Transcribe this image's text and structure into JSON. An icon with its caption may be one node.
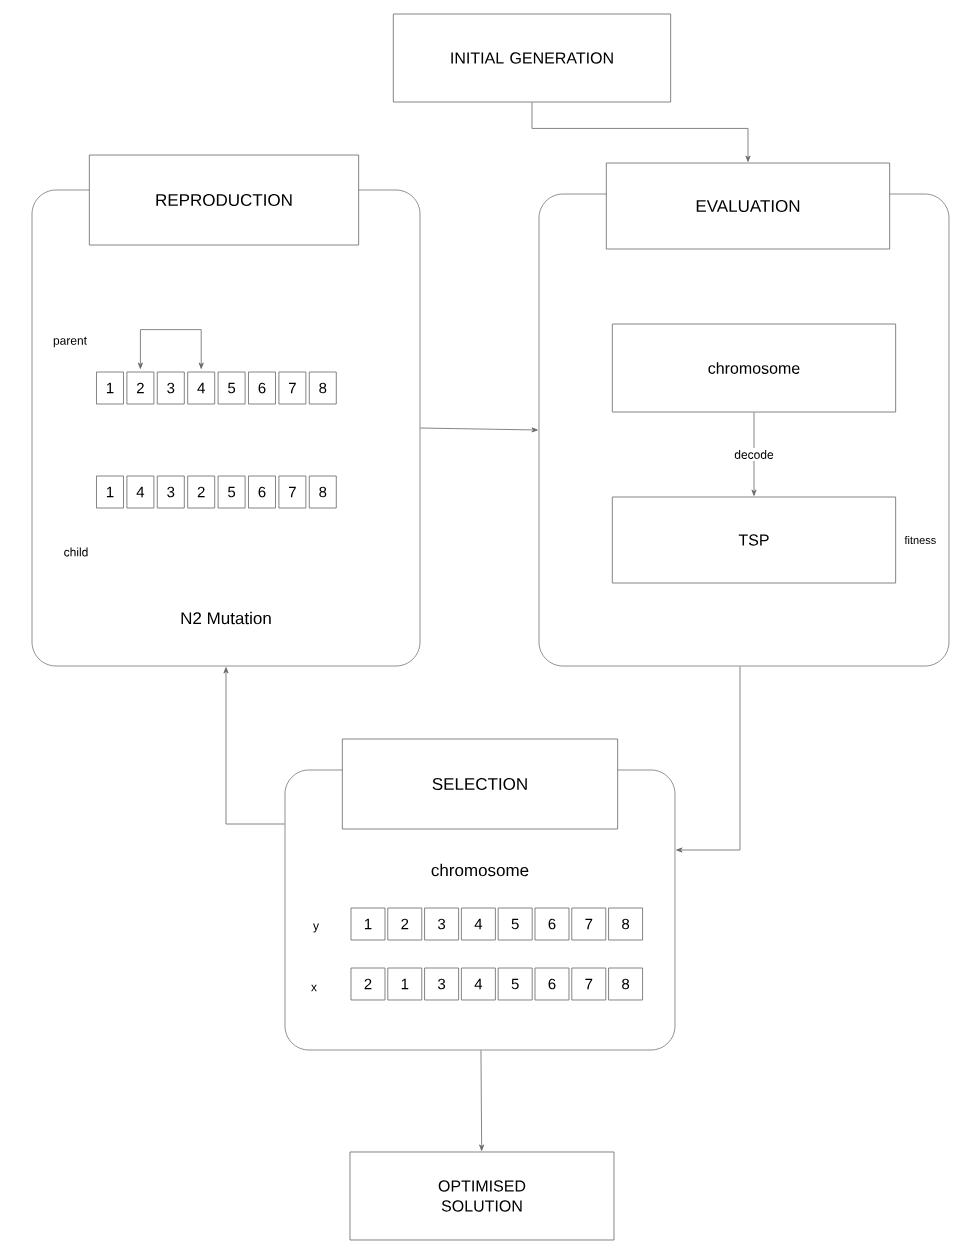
{
  "diagram": {
    "nodes": [
      {
        "text": [
          "INITIAL GENERATION"
        ]
      },
      {
        "text": [
          "REPRODUCTION"
        ]
      },
      {
        "text": [
          "N2 Mutation"
        ]
      },
      {
        "text": [
          "1"
        ],
        "in": 2
      },
      {
        "text": [
          "2"
        ],
        "in": 2
      },
      {
        "text": [
          "3"
        ],
        "in": 2
      },
      {
        "text": [
          "4"
        ],
        "in": 2
      },
      {
        "text": [
          "5"
        ],
        "in": 2
      },
      {
        "text": [
          "6"
        ],
        "in": 2
      },
      {
        "text": [
          "7"
        ],
        "in": 2
      },
      {
        "text": [
          "8"
        ],
        "in": 2
      },
      {
        "text": [
          "1"
        ],
        "in": 2
      },
      {
        "text": [
          "4"
        ],
        "in": 2
      },
      {
        "text": [
          "3"
        ],
        "in": 2
      },
      {
        "text": [
          "2"
        ],
        "in": 2
      },
      {
        "text": [
          "5"
        ],
        "in": 2
      },
      {
        "text": [
          "6"
        ],
        "in": 2
      },
      {
        "text": [
          "7"
        ],
        "in": 2
      },
      {
        "text": [
          "8"
        ],
        "in": 2
      },
      {
        "text": [
          "EVALUATION"
        ]
      },
      {
        "text": [],
        "shape": "box"
      },
      {
        "text": [
          "chromosome"
        ],
        "in": 20
      },
      {
        "text": [
          "TSP"
        ],
        "in": 20,
        "beside": [
          "fitness"
        ]
      },
      {
        "text": [
          "SELECTION"
        ]
      },
      {
        "text": [
          "chromosome"
        ]
      },
      {
        "text": [
          "1"
        ],
        "in": 24
      },
      {
        "text": [
          "2"
        ],
        "in": 24
      },
      {
        "text": [
          "3"
        ],
        "in": 24
      },
      {
        "text": [
          "4"
        ],
        "in": 24
      },
      {
        "text": [
          "5"
        ],
        "in": 24
      },
      {
        "text": [
          "6"
        ],
        "in": 24
      },
      {
        "text": [
          "7"
        ],
        "in": 24
      },
      {
        "text": [
          "8"
        ],
        "in": 24
      },
      {
        "text": [
          "2"
        ],
        "in": 24
      },
      {
        "text": [
          "1"
        ],
        "in": 24
      },
      {
        "text": [
          "3"
        ],
        "in": 24
      },
      {
        "text": [
          "4"
        ],
        "in": 24
      },
      {
        "text": [
          "5"
        ],
        "in": 24
      },
      {
        "text": [
          "6"
        ],
        "in": 24
      },
      {
        "text": [
          "7"
        ],
        "in": 24
      },
      {
        "text": [
          "8"
        ],
        "in": 24
      },
      {
        "text": [
          "OPTIMISED SOLUTION"
        ]
      }
    ],
    "edges": [
      {
        "from": 0,
        "to": 19,
        "arrow": "to"
      },
      {
        "from": 4,
        "to": 6,
        "arrow": "both"
      },
      {
        "from": 2,
        "to": 20,
        "arrow": "to"
      },
      {
        "from": 21,
        "to": 22,
        "arrow": "to",
        "label": "decode"
      },
      {
        "from": 20,
        "to": 24,
        "arrow": "to"
      },
      {
        "from": 24,
        "to": 2,
        "arrow": "to"
      },
      {
        "from": 24,
        "to": 41,
        "arrow": "to"
      }
    ],
    "labels": [
      "parent",
      "child",
      "y",
      "x"
    ]
  }
}
